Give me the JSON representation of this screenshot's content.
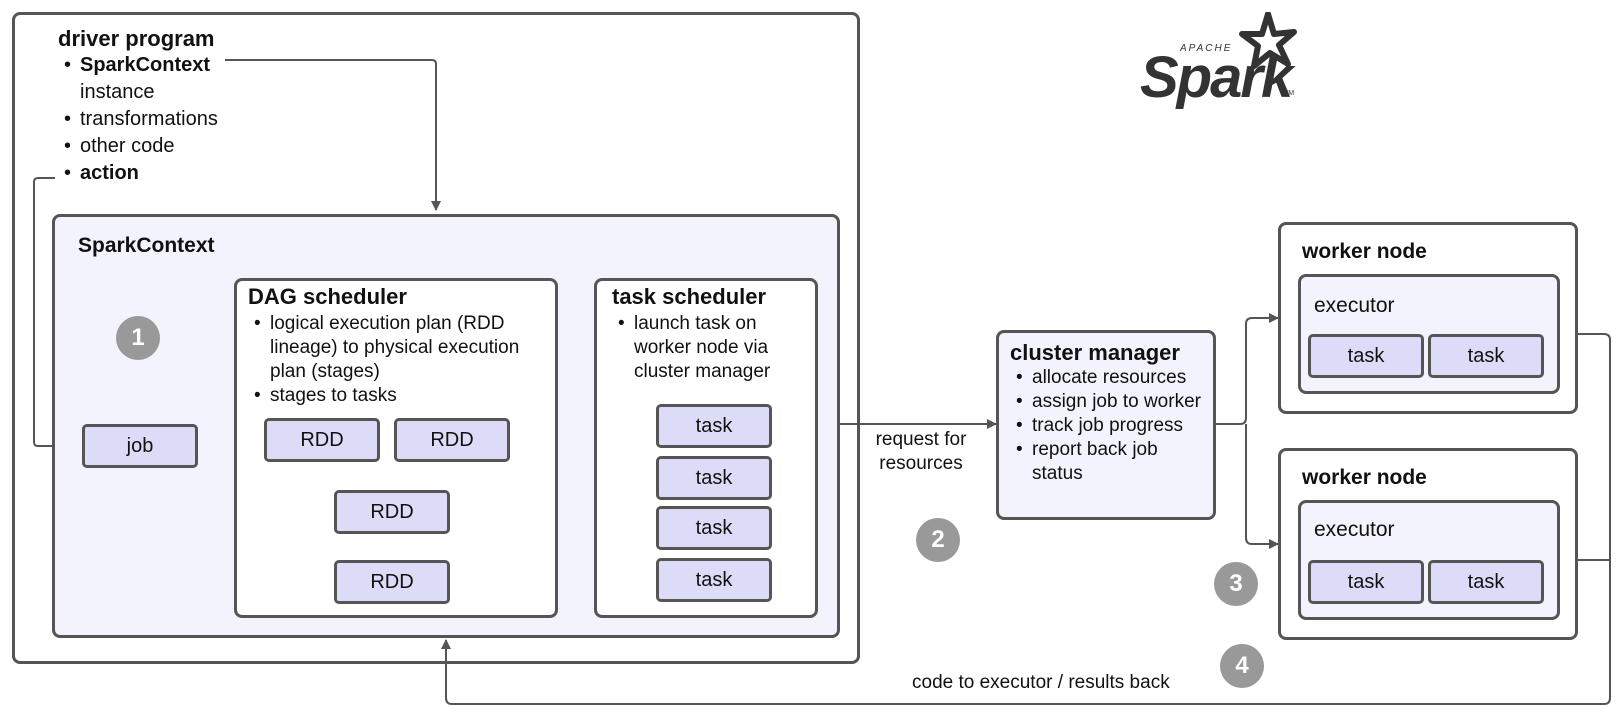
{
  "driver": {
    "title": "driver program",
    "items": [
      {
        "text": "SparkContext",
        "bold": true
      },
      {
        "text": "instance",
        "bold": false,
        "continuation": true
      },
      {
        "text": "transformations",
        "bold": false
      },
      {
        "text": "other code",
        "bold": false
      },
      {
        "text": "action",
        "bold": true
      }
    ]
  },
  "spark_context": {
    "title": "SparkContext"
  },
  "job": {
    "label": "job"
  },
  "dag_scheduler": {
    "title": "DAG scheduler",
    "items": [
      "logical execution plan (RDD lineage) to physical execution plan (stages)",
      "stages to tasks"
    ],
    "rdd_label": "RDD"
  },
  "task_scheduler": {
    "title": "task scheduler",
    "items": [
      "launch task on worker node via cluster manager"
    ],
    "task_label": "task"
  },
  "cluster_manager": {
    "title": "cluster manager",
    "items": [
      "allocate resources",
      "assign job to worker",
      "track job progress",
      "report back job status"
    ]
  },
  "worker_nodes": [
    {
      "title": "worker node",
      "executor": "executor",
      "tasks": [
        "task",
        "task"
      ]
    },
    {
      "title": "worker node",
      "executor": "executor",
      "tasks": [
        "task",
        "task"
      ]
    }
  ],
  "edge_labels": {
    "request": "request for resources",
    "code_back": "code to executor / results back"
  },
  "steps": [
    "1",
    "2",
    "3",
    "4"
  ],
  "logo": {
    "small": "APACHE",
    "word": "Spark",
    "tm": "TM"
  },
  "colors": {
    "fill": "#dcdcf8",
    "container": "#f3f3fd",
    "stroke": "#555555",
    "step": "#999999"
  }
}
